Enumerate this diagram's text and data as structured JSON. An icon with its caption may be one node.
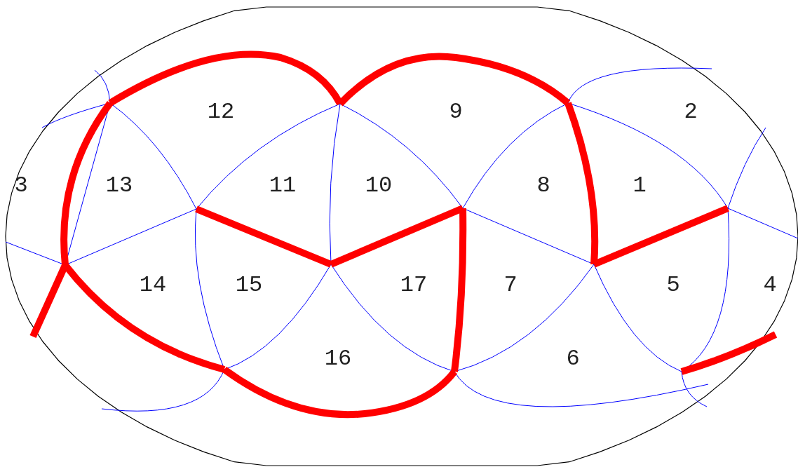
{
  "diagram": {
    "labels": [
      "12",
      "9",
      "2",
      "3",
      "13",
      "11",
      "10",
      "8",
      "1",
      "14",
      "15",
      "17",
      "7",
      "5",
      "4",
      "16",
      "6"
    ]
  }
}
